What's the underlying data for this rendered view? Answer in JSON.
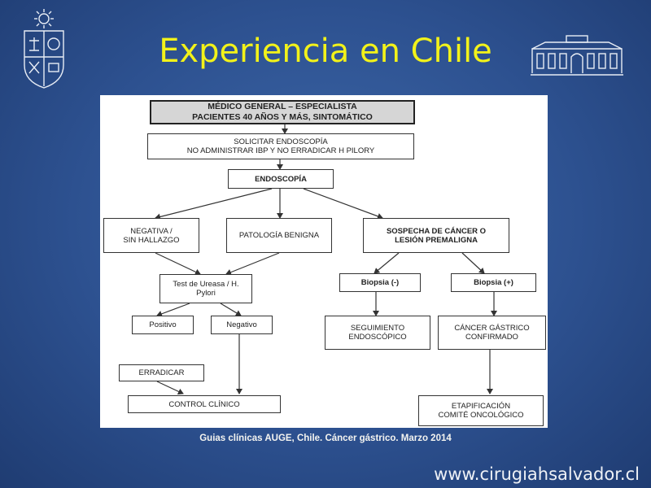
{
  "slide": {
    "title": "Experiencia en Chile",
    "caption": "Guias clínicas AUGE, Chile. Cáncer gástrico. Marzo 2014",
    "website": "www.cirugiahsalvador.cl"
  },
  "diagram": {
    "header_line1": "MÉDICO GENERAL – ESPECIALISTA",
    "header_line2": "PACIENTES 40 AÑOS Y MÁS, SINTOMÁTICO",
    "solicitar_line1": "SOLICITAR ENDOSCOPÍA",
    "solicitar_line2": "NO ADMINISTRAR IBP Y NO ERRADICAR H PILORY",
    "endoscopia": "ENDOSCOPÍA",
    "negativa_line1": "NEGATIVA /",
    "negativa_line2": "SIN HALLAZGO",
    "patologia": "PATOLOGÍA BENIGNA",
    "sospecha_line1": "SOSPECHA DE CÁNCER O",
    "sospecha_line2": "LESIÓN PREMALIGNA",
    "test_line1": "Test de Ureasa / H.",
    "test_line2": "Pylori",
    "biopsia_neg": "Biopsia (-)",
    "biopsia_pos": "Biopsia  (+)",
    "positivo": "Positivo",
    "negativo": "Negativo",
    "seguimiento_line1": "SEGUIMIENTO",
    "seguimiento_line2": "ENDOSCÓPICO",
    "cancer_line1": "CÁNCER GÁSTRICO",
    "cancer_line2": "CONFIRMADO",
    "erradicar": "ERRADICAR",
    "control": "CONTROL CLÍNICO",
    "etapificacion_line1": "ETAPIFICACIÓN",
    "etapificacion_line2": "COMITÉ ONCOLÓGICO"
  },
  "colors": {
    "title": "#f2f21a",
    "background": "#2d5190",
    "header_box": "#d6d6d6"
  }
}
